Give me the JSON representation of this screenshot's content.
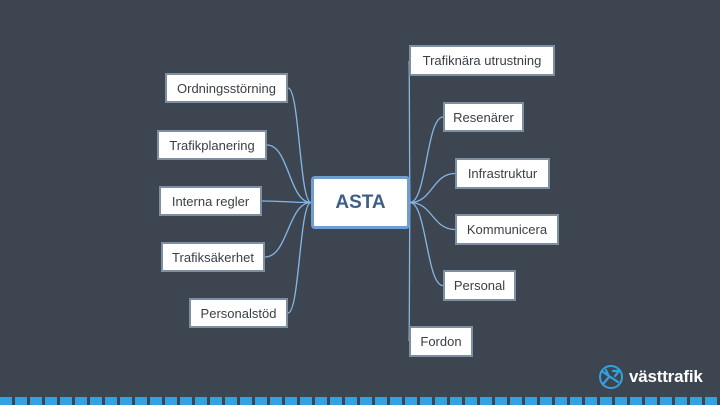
{
  "diagram": {
    "center": "ASTA",
    "left_nodes": [
      "Ordningsstörning",
      "Trafikplanering",
      "Interna regler",
      "Trafiksäkerhet",
      "Personalstöd"
    ],
    "right_nodes": [
      "Trafiknära utrustning",
      "Resenärer",
      "Infrastruktur",
      "Kommunicera",
      "Personal",
      "Fordon"
    ]
  },
  "logo": {
    "text": "västtrafik",
    "icon": "airplane-icon"
  },
  "colors": {
    "background": "#3d4650",
    "connector": "#86b6e6",
    "center_border": "#6f9fd0",
    "stripe": "#33a2e0"
  }
}
